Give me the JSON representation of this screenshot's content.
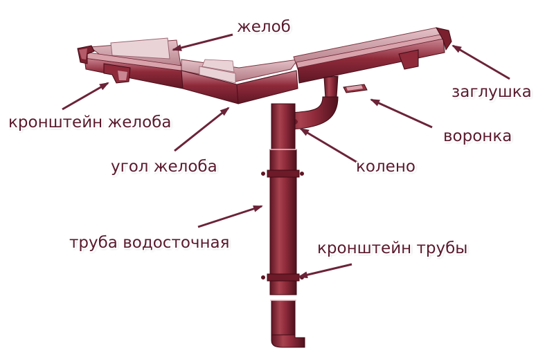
{
  "labels": {
    "gutter": "желоб",
    "end_cap": "заглушка",
    "gutter_bracket": "кронштейн желоба",
    "funnel": "воронка",
    "gutter_corner": "угол желоба",
    "elbow": "колено",
    "downpipe": "труба водосточная",
    "pipe_bracket": "кронштейн трубы"
  },
  "colors": {
    "metal": "#8e2a3a",
    "metal_dark": "#5e1624",
    "metal_light": "#c97b86",
    "label_text": "#5a1a2e",
    "arrow": "#6b2338"
  }
}
